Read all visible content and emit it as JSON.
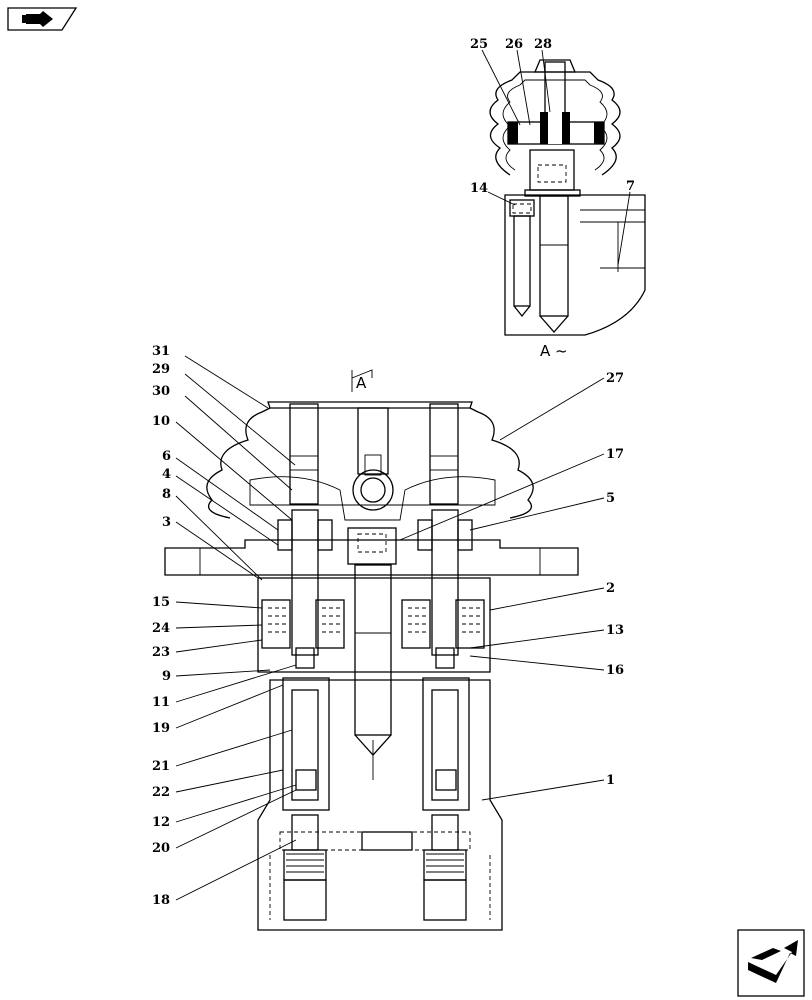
{
  "navigation": {
    "top_left_icon": "book-arrow-icon",
    "bottom_right_icon": "next-page-arrow-icon"
  },
  "diagram": {
    "view_marker": "A",
    "detail_view_label": "A ~",
    "callouts": {
      "c1": "1",
      "c2": "2",
      "c3": "3",
      "c4": "4",
      "c5": "5",
      "c6": "6",
      "c7": "7",
      "c8": "8",
      "c9": "9",
      "c10": "10",
      "c11": "11",
      "c12": "12",
      "c13": "13",
      "c14": "14",
      "c15": "15",
      "c16": "16",
      "c17": "17",
      "c18": "18",
      "c19": "19",
      "c20": "20",
      "c21": "21",
      "c22": "22",
      "c23": "23",
      "c24": "24",
      "c25": "25",
      "c26": "26",
      "c27": "27",
      "c28": "28",
      "c29": "29",
      "c30": "30",
      "c31": "31"
    }
  }
}
